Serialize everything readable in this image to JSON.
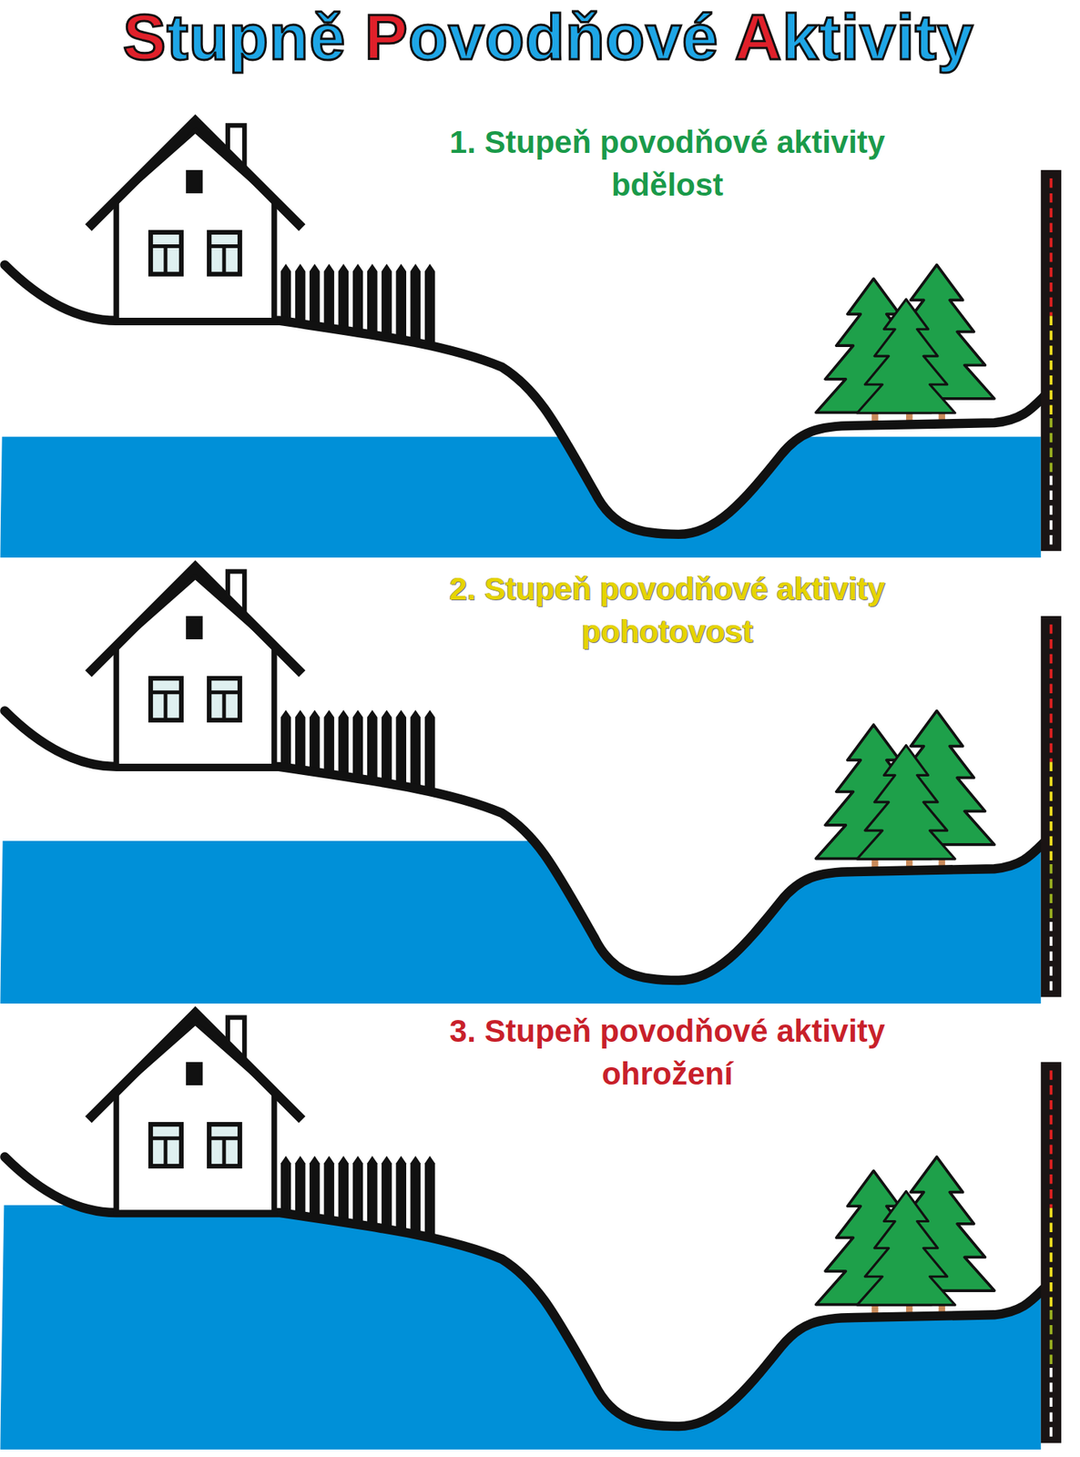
{
  "diagram": {
    "title": "Stupně Povodňové Aktivity",
    "labels": [
      "1. Stupeň povodňové aktivity",
      "bdělost",
      "2. Stupeň povodňové aktivity",
      "pohotovost",
      "3. Stupeň povodňové aktivity",
      "ohrožení"
    ]
  }
}
